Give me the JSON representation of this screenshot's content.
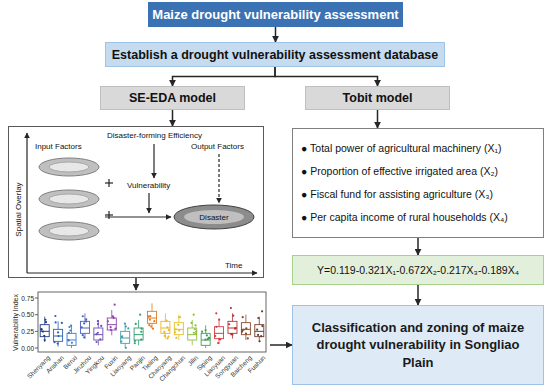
{
  "diagram": {
    "nodes": [
      {
        "text": [
          "Maize drought vulnerability assessment"
        ]
      },
      {
        "text": [
          "Establish a drought vulnerability assessment database"
        ]
      },
      {
        "text": [
          "SE-EDA model"
        ]
      },
      {
        "text": [
          "Tobit model"
        ]
      },
      {
        "text": [
          "Input Factors",
          "Disaster-forming Efficiency",
          "Output Factors",
          "Vulnerability",
          "Spatial Overlay",
          "Time",
          "Disaster"
        ]
      },
      {
        "text": [
          "● Total power of agricultural machinery (X₁)",
          "● Proportion of effective irrigated area (X₂)",
          "● Fiscal fund for assisting agriculture (X₃)",
          "● Per capita income of rural households (X₄)"
        ]
      },
      {
        "text": [
          "Vulnerability Index",
          "0.00",
          "0.25",
          "0.50",
          "0.75",
          "Shenyang",
          "Anshan",
          "Benxi",
          "Jinzhou",
          "Yingkou",
          "Fuxin",
          "Liaoyang",
          "Panjin",
          "Tieling",
          "Chaoyang",
          "Changchun",
          "Jilin",
          "Siping",
          "Liaoyuan",
          "Songyuan",
          "Baicheng",
          "Fushun"
        ]
      },
      {
        "text": [
          "Y=0.119-0.321X₁-0.672X₂-0.217X₃-0.189X₄"
        ]
      },
      {
        "text": [
          "Classification and zoning of maize drought vulnerability in Songliao Plain"
        ]
      }
    ],
    "edges": [
      {
        "from": 0,
        "to": 1,
        "arrow": "to"
      },
      {
        "from": 1,
        "to": 2,
        "arrow": "to"
      },
      {
        "from": 1,
        "to": 3,
        "arrow": "to"
      },
      {
        "from": 2,
        "to": 4,
        "arrow": "to"
      },
      {
        "from": 3,
        "to": 5,
        "arrow": "to"
      },
      {
        "from": 4,
        "to": 6,
        "arrow": "to"
      },
      {
        "from": 5,
        "to": 7,
        "arrow": "to"
      },
      {
        "from": 7,
        "to": 8,
        "arrow": "to"
      },
      {
        "from": 6,
        "to": 8,
        "arrow": "to"
      }
    ]
  }
}
